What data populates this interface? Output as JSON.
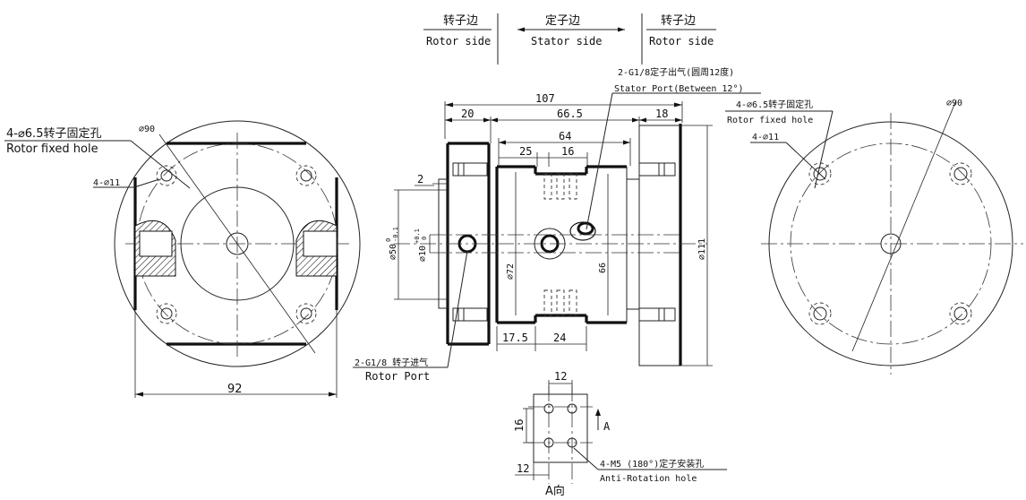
{
  "header": {
    "rotor_cn_left": "转子边",
    "rotor_en_left": "Rotor side",
    "stator_cn": "定子边",
    "stator_en": "Stator side",
    "rotor_cn_right": "转子边",
    "rotor_en_right": "Rotor side"
  },
  "left_view": {
    "hole_label_cn": "4-⌀6.5转子固定孔",
    "hole_label_en": "Rotor fixed hole",
    "dia_90": "⌀90",
    "dia_11": "4-⌀11",
    "width_92": "92"
  },
  "side_view": {
    "dim_107": "107",
    "dim_20": "20",
    "dim_66_5": "66.5",
    "dim_18": "18",
    "dim_64": "64",
    "dim_25": "25",
    "dim_16": "16",
    "dim_2": "2",
    "dim_50": "⌀50",
    "dim_50_tol_top": "0",
    "dim_50_tol_bot": "-0.1",
    "dim_10": "⌀10",
    "dim_10_tol_top": "+0.1",
    "dim_10_tol_bot": "0",
    "dim_72": "⌀72",
    "dim_66": "66",
    "dim_111": "⌀111",
    "dim_17_5": "17.5",
    "dim_24": "24",
    "stator_port_cn": "2-G1/8定子出气(圆周12度)",
    "stator_port_en": "Stator Port(Between 12°)",
    "rotor_port_cn": "2-G1/8 转子进气",
    "rotor_port_en": "Rotor Port"
  },
  "right_view": {
    "hole_label_cn": "4-⌀6.5转子固定孔",
    "hole_label_en": "Rotor fixed hole",
    "dia_11": "4-⌀11",
    "dia_90": "⌀90"
  },
  "a_view": {
    "dim_12_top": "12",
    "dim_16": "16",
    "dim_12_bot": "12",
    "arrow_a": "A",
    "view_label": "A向",
    "mount_label_cn": "4-M5 (180°)定子安装孔",
    "mount_label_en": "Anti-Rotation hole"
  }
}
